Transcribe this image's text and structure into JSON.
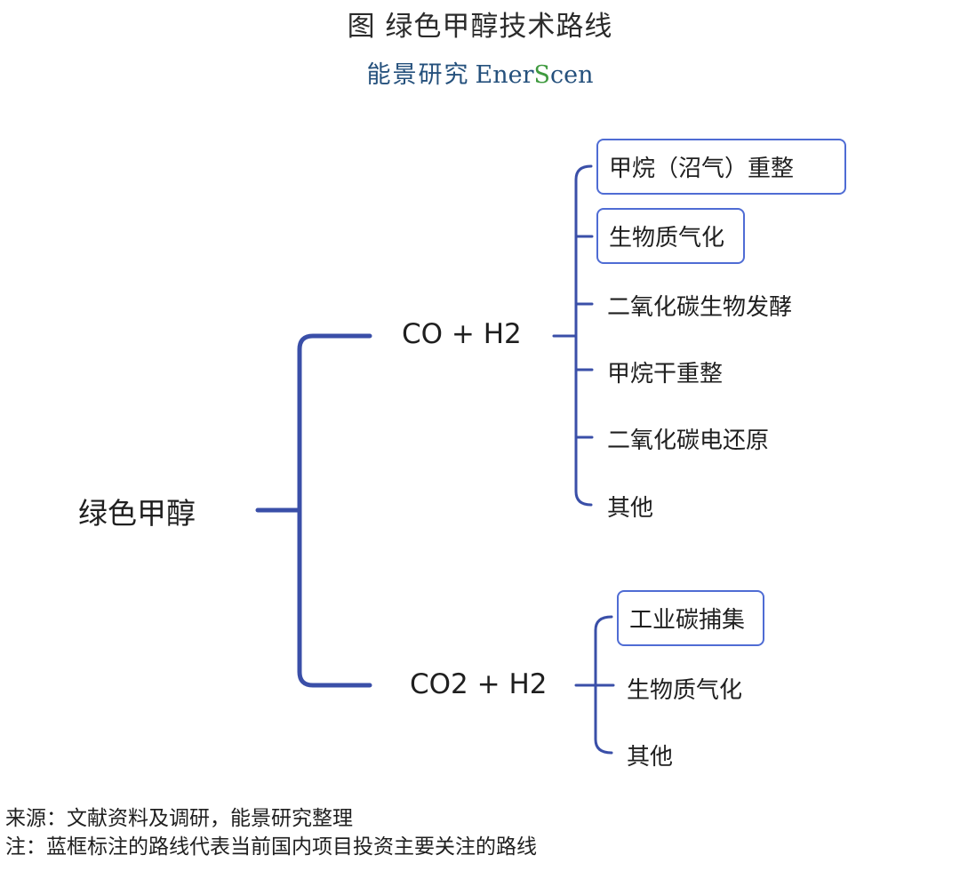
{
  "header": {
    "title": "图 绿色甲醇技术路线",
    "brand_cn": "能景研究",
    "brand_en_a": "Ener",
    "brand_en_b": "S",
    "brand_en_c": "cen"
  },
  "diagram": {
    "root": "绿色甲醇",
    "branches": [
      {
        "label": "CO + H2",
        "children": [
          {
            "label": "甲烷（沼气）重整",
            "highlighted": true
          },
          {
            "label": "生物质气化",
            "highlighted": true
          },
          {
            "label": "二氧化碳生物发酵",
            "highlighted": false
          },
          {
            "label": "甲烷干重整",
            "highlighted": false
          },
          {
            "label": "二氧化碳电还原",
            "highlighted": false
          },
          {
            "label": "其他",
            "highlighted": false
          }
        ]
      },
      {
        "label": "CO2 + H2",
        "children": [
          {
            "label": "工业碳捕集",
            "highlighted": true
          },
          {
            "label": "生物质气化",
            "highlighted": false
          },
          {
            "label": "其他",
            "highlighted": false
          }
        ]
      }
    ],
    "colors": {
      "connector": "#3a4fa8",
      "box_border": "#4f6cd4"
    }
  },
  "footer": {
    "source": "来源：文献资料及调研，能景研究整理",
    "note": "注：蓝框标注的路线代表当前国内项目投资主要关注的路线"
  }
}
